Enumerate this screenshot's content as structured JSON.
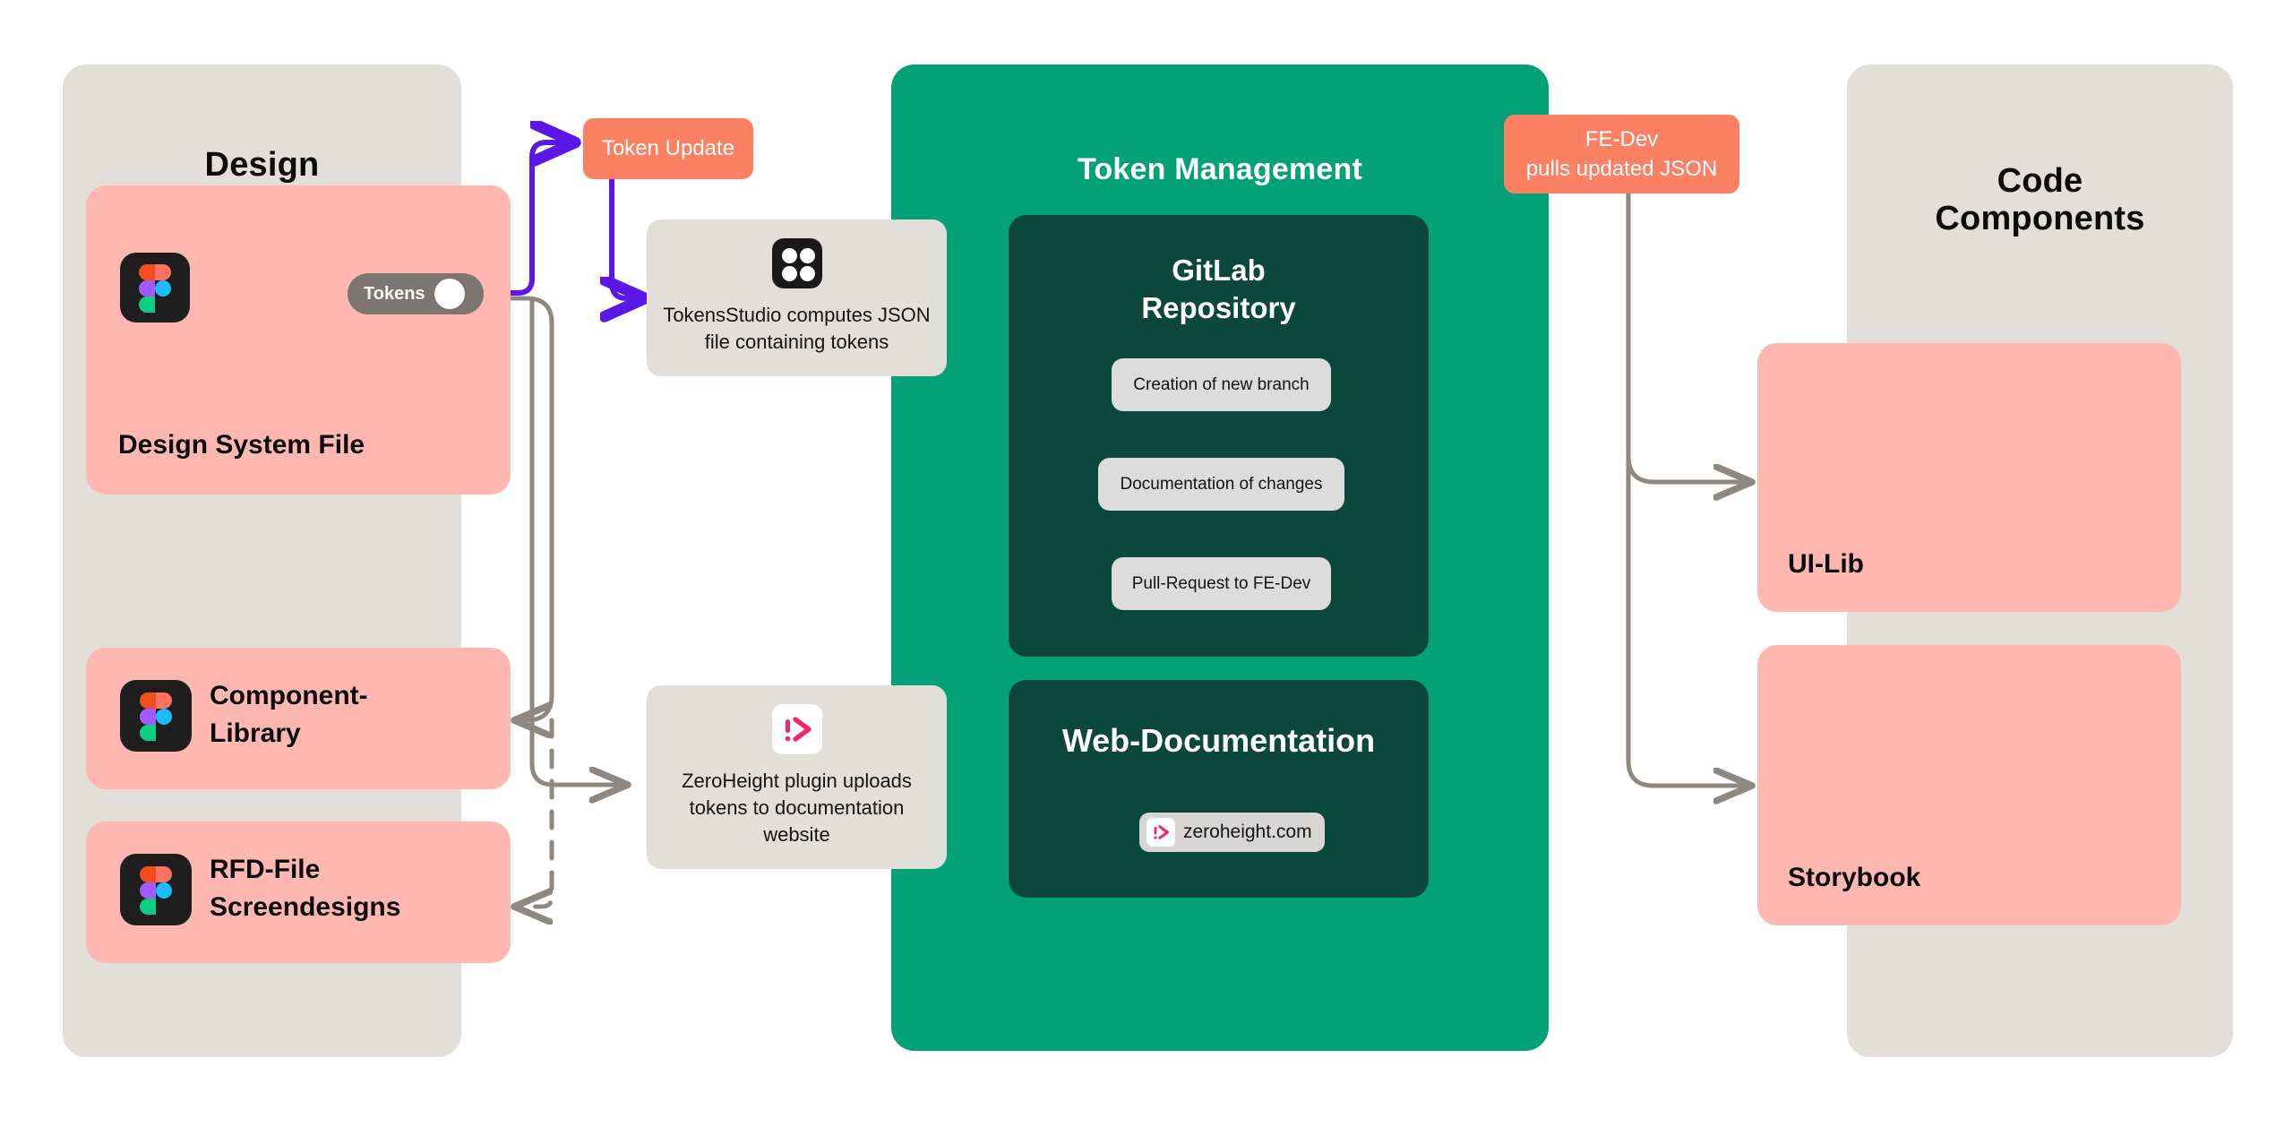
{
  "panels": {
    "design": {
      "title": "Design"
    },
    "token_management": {
      "title": "Token Management"
    },
    "code_components": {
      "title": "Code\nComponents",
      "line1": "Code",
      "line2": "Components"
    }
  },
  "design_cards": [
    {
      "label": "Design System File",
      "icon": "figma-icon"
    },
    {
      "label_line1": "Component-",
      "label_line2": "Library",
      "icon": "figma-icon"
    },
    {
      "label_line1": "RFD-File",
      "label_line2": "Screendesigns",
      "icon": "figma-icon"
    }
  ],
  "toggle": {
    "label": "Tokens"
  },
  "badges": {
    "token_update": "Token Update",
    "fe_dev_line1": "FE-Dev",
    "fe_dev_line2": "pulls updated JSON"
  },
  "infoboxes": [
    {
      "icon": "tokens-studio-icon",
      "line1": "TokensStudio computes JSON",
      "line2": "file containing tokens"
    },
    {
      "icon": "zeroheight-icon",
      "line1": "ZeroHeight plugin uploads",
      "line2": "tokens to documentation",
      "line3": "website"
    }
  ],
  "gitlab": {
    "title_line1": "GitLab",
    "title_line2": "Repository",
    "steps": [
      "Creation of new branch",
      "Documentation of changes",
      "Pull-Request to FE-Dev"
    ]
  },
  "web_documentation": {
    "title": "Web-Documentation",
    "chip_label": "zeroheight.com",
    "chip_icon": "zeroheight-icon"
  },
  "code_cards": [
    {
      "label": "UI-Lib"
    },
    {
      "label": "Storybook"
    }
  ],
  "colors": {
    "background": "#ffffff",
    "panel_gray": "#e2ded9",
    "card_pink": "#ffb8b1",
    "green": "#02a178",
    "dark_green": "#0c473c",
    "coral": "#fc8064",
    "purple_arrow": "#5a17e8",
    "gray_arrow": "#8e8881",
    "step_gray": "#dcdcdc",
    "toggle_gray": "#7c7570",
    "text_dark": "#0b0b0b",
    "text_white": "#ffffff",
    "zeroheight_pink": "#ef2768"
  }
}
